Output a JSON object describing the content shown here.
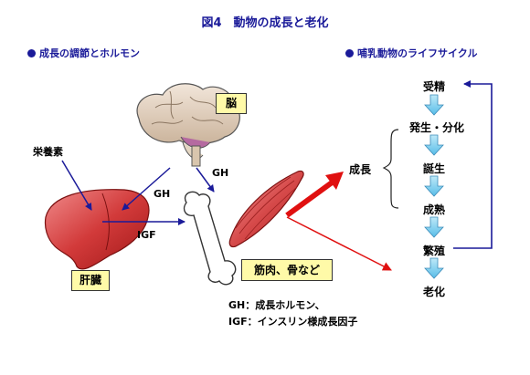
{
  "title": "図4　動物の成長と老化",
  "left_section": {
    "header": "成長の調節とホルモン",
    "labels": {
      "brain": "脳",
      "nutrients": "栄養素",
      "gh_upper": "GH",
      "gh_lower": "GH",
      "igf": "IGF",
      "liver": "肝臓",
      "tissues": "筋肉、骨など",
      "growth": "成長"
    },
    "legend": [
      "GH：成長ホルモン、",
      "IGF：インスリン様成長因子"
    ]
  },
  "right_section": {
    "header": "哺乳動物のライフサイクル",
    "stages": [
      "受精",
      "発生・分化",
      "誕生",
      "成熟",
      "繁殖",
      "老化"
    ]
  }
}
